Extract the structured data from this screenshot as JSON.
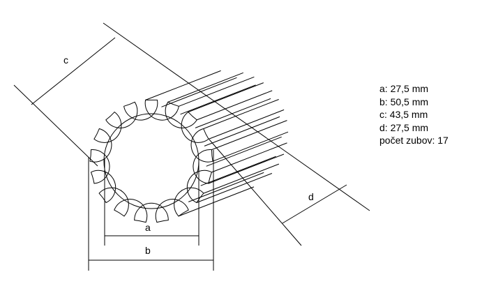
{
  "labels": {
    "a": "a",
    "b": "b",
    "c": "c",
    "d": "d"
  },
  "specs": [
    "a: 27,5 mm",
    "b: 50,5 mm",
    "c: 43,5 mm",
    "d: 27,5 mm",
    "počet zubov: 17"
  ],
  "teeth_count": 17,
  "colors": {
    "line": "#000000",
    "background": "#ffffff"
  }
}
